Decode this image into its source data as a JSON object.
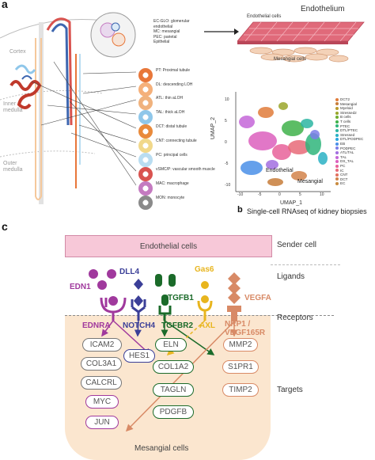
{
  "panel_a": {
    "letter": "a",
    "regions": {
      "cortex": "Cortex",
      "inner_medulla": "Inner\nmedulla",
      "outer_medulla": "Outer\nmedulla"
    },
    "glomerulus_legend": "EC-GLO: glomerular\nendothelial\nMC: mesangial\nPEC: parietal\nEpithelial",
    "legend": [
      {
        "text": "PT: Proximal tubule",
        "color": "#e8773a",
        "icon": "proximal-tubule-icon"
      },
      {
        "text": "DL: descending LOH",
        "color": "#f5b07a",
        "icon": "descending-loh-icon"
      },
      {
        "text": "ATL: thin aLOH",
        "color": "#f0b27d",
        "icon": "thin-aloh-icon"
      },
      {
        "text": "TAL: thick aLOH",
        "color": "#8fc7ea",
        "icon": "thick-aloh-icon"
      },
      {
        "text": "DCT: distal tubule",
        "color": "#e98a3b",
        "icon": "distal-tubule-icon"
      },
      {
        "text": "CNT: connecting tubule",
        "color": "#f1d88a",
        "icon": "connecting-tubule-icon"
      },
      {
        "text": "PC: principal cells",
        "color": "#b9ddf1",
        "icon": "principal-cells-icon"
      },
      {
        "text": "vSMC/P: vascular smooth muscle",
        "color": "#d9534f",
        "icon": "vascular-smooth-muscle-icon"
      },
      {
        "text": "MAC: macrophage",
        "color": "#c47ac0",
        "icon": "macrophage-icon"
      },
      {
        "text": "MON: monocyte",
        "color": "#8a8a8a",
        "icon": "monocyte-icon"
      }
    ],
    "endothelium_title": "Endothelium",
    "endothelial_cells_label": "Endothelial cells",
    "mesangial_cells_label": "Mesangial cells"
  },
  "panel_b": {
    "letter": "b",
    "caption": "Single-cell RNAseq of  kidney biopsies",
    "xlabel": "UMAP_1",
    "ylabel": "UMAP_2",
    "xticks": [
      "-10",
      "-5",
      "0",
      "5",
      "10"
    ],
    "yticks": [
      "10",
      "5",
      "0",
      "-5",
      "-10"
    ],
    "endothelial_label": "Endothelial",
    "mesangial_label": "Mesangial",
    "clusters": [
      {
        "name": "DCT2",
        "color": "#e07b39"
      },
      {
        "name": "Mesangial",
        "color": "#c77d3a"
      },
      {
        "name": "Myeloid",
        "color": "#b99a2d"
      },
      {
        "name": "Stressed2",
        "color": "#9aa62b"
      },
      {
        "name": "B cells",
        "color": "#6fae2e"
      },
      {
        "name": "T cells",
        "color": "#3fb24a"
      },
      {
        "name": "PTEC",
        "color": "#2fb57b"
      },
      {
        "name": "DTL/PTEC",
        "color": "#2bb5a2"
      },
      {
        "name": "Stressed",
        "color": "#2ab1c4"
      },
      {
        "name": "DTL/PODPEC",
        "color": "#2aa6e0"
      },
      {
        "name": "EB",
        "color": "#4a8fe8"
      },
      {
        "name": "PODPEC",
        "color": "#7b7ee8"
      },
      {
        "name": "ATL/TAL",
        "color": "#a26fe0"
      },
      {
        "name": "TAL",
        "color": "#c466d8"
      },
      {
        "name": "DS_TAL",
        "color": "#dc5fbd"
      },
      {
        "name": "PC",
        "color": "#e8619a"
      },
      {
        "name": "IC",
        "color": "#e86a78"
      },
      {
        "name": "CNT",
        "color": "#e27160"
      },
      {
        "name": "DCT",
        "color": "#d2824a"
      },
      {
        "name": "EC",
        "color": "#c88a3e"
      }
    ]
  },
  "panel_c": {
    "letter": "c",
    "sender_box": "Endothelial cells",
    "row_labels": {
      "sender": "Sender cell",
      "ligands": "Ligands",
      "receptors": "Receptors",
      "targets": "Targets"
    },
    "ligands": [
      {
        "name": "EDN1",
        "color": "#a0399d"
      },
      {
        "name": "DLL4",
        "color": "#3b3f98"
      },
      {
        "name": "TGFB1",
        "color": "#1b6b2a"
      },
      {
        "name": "Gas6",
        "color": "#e8b51e"
      },
      {
        "name": "VEGFA",
        "color": "#d88a66"
      }
    ],
    "receptors": [
      {
        "name": "EDNRA",
        "color": "#a0399d"
      },
      {
        "name": "NOTCH4",
        "color": "#3b3f98"
      },
      {
        "name": "TGFBR2",
        "color": "#1b6b2a"
      },
      {
        "name": "AXL",
        "color": "#e8b51e"
      },
      {
        "name": "NRP1 /\nVEGF165R",
        "color": "#d88a66"
      }
    ],
    "targets": [
      "ICAM2",
      "HES1",
      "ELN",
      "MMP2",
      "COL3A1",
      "COL1A2",
      "S1PR1",
      "CALCRL",
      "TAGLN",
      "TIMP2",
      "MYC",
      "PDGFB",
      "JUN"
    ],
    "receiver_label": "Mesangial cells"
  }
}
